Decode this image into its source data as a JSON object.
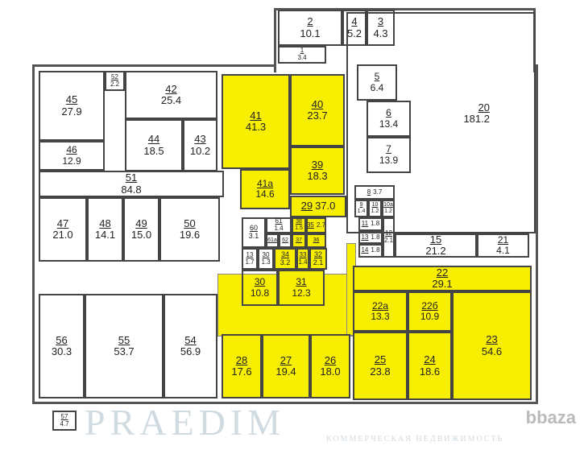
{
  "colors": {
    "highlight": "#f8ee00",
    "wall": "#444444"
  },
  "watermark": {
    "logo": "PRAEDIM",
    "tagline": "КОММЕРЧЕСКАЯ НЕДВИЖИМОСТЬ",
    "site": "bbaza"
  },
  "rooms": [
    {
      "id": "2",
      "area": "10.1",
      "highlighted": false
    },
    {
      "id": "4",
      "area": "5.2",
      "highlighted": false
    },
    {
      "id": "3",
      "area": "4.3",
      "highlighted": false
    },
    {
      "id": "1",
      "area": "3.4",
      "highlighted": false
    },
    {
      "id": "20",
      "area": "181.2",
      "highlighted": false
    },
    {
      "id": "5",
      "area": "6.4",
      "highlighted": false
    },
    {
      "id": "6",
      "area": "13.4",
      "highlighted": false
    },
    {
      "id": "7",
      "area": "13.9",
      "highlighted": false
    },
    {
      "id": "45",
      "area": "27.9",
      "highlighted": false
    },
    {
      "id": "46",
      "area": "12.9",
      "highlighted": false
    },
    {
      "id": "52",
      "area": "2.2",
      "highlighted": false
    },
    {
      "id": "42",
      "area": "25.4",
      "highlighted": false
    },
    {
      "id": "44",
      "area": "18.5",
      "highlighted": false
    },
    {
      "id": "43",
      "area": "10.2",
      "highlighted": false
    },
    {
      "id": "51",
      "area": "84.8",
      "highlighted": false
    },
    {
      "id": "47",
      "area": "21.0",
      "highlighted": false
    },
    {
      "id": "48",
      "area": "14.1",
      "highlighted": false
    },
    {
      "id": "49",
      "area": "15.0",
      "highlighted": false
    },
    {
      "id": "50",
      "area": "19.6",
      "highlighted": false
    },
    {
      "id": "41",
      "area": "41.3",
      "highlighted": true
    },
    {
      "id": "40",
      "area": "23.7",
      "highlighted": true
    },
    {
      "id": "39",
      "area": "18.3",
      "highlighted": true
    },
    {
      "id": "41a",
      "area": "14.6",
      "highlighted": true
    },
    {
      "id": "29",
      "area": "37.0",
      "highlighted": true
    },
    {
      "id": "60",
      "area": "3.1",
      "highlighted": false
    },
    {
      "id": "61",
      "area": "1.4",
      "highlighted": false
    },
    {
      "id": "38",
      "area": "1.5",
      "highlighted": true
    },
    {
      "id": "35",
      "area": "2.7",
      "highlighted": true
    },
    {
      "id": "61a",
      "area": "",
      "highlighted": false
    },
    {
      "id": "62",
      "area": "",
      "highlighted": false
    },
    {
      "id": "37",
      "area": "",
      "highlighted": true
    },
    {
      "id": "36",
      "area": "",
      "highlighted": true
    },
    {
      "id": "13",
      "area": "1.7",
      "highlighted": false
    },
    {
      "id": "30",
      "area": "1.3",
      "highlighted": false
    },
    {
      "id": "34",
      "area": "3.2",
      "highlighted": true
    },
    {
      "id": "33",
      "area": "1.4",
      "highlighted": true
    },
    {
      "id": "32",
      "area": "2.1",
      "highlighted": true
    },
    {
      "id": "30",
      "area": "10.8",
      "highlighted": false
    },
    {
      "id": "31",
      "area": "12.3",
      "highlighted": true
    },
    {
      "id": "8",
      "area": "3.7",
      "highlighted": false
    },
    {
      "id": "9",
      "area": "1.4",
      "highlighted": false
    },
    {
      "id": "10",
      "area": "1.2",
      "highlighted": false
    },
    {
      "id": "10a",
      "area": "1.2",
      "highlighted": false
    },
    {
      "id": "11",
      "area": "1.8",
      "highlighted": false
    },
    {
      "id": "12",
      "area": "2.1",
      "highlighted": false
    },
    {
      "id": "13",
      "area": "1.8",
      "highlighted": false
    },
    {
      "id": "14",
      "area": "1.8",
      "highlighted": false
    },
    {
      "id": "15",
      "area": "21.2",
      "highlighted": false
    },
    {
      "id": "21",
      "area": "4.1",
      "highlighted": false
    },
    {
      "id": "22",
      "area": "29.1",
      "highlighted": true
    },
    {
      "id": "22a",
      "area": "13.3",
      "highlighted": true
    },
    {
      "id": "22б",
      "area": "10.9",
      "highlighted": true
    },
    {
      "id": "23",
      "area": "54.6",
      "highlighted": true
    },
    {
      "id": "24",
      "area": "18.6",
      "highlighted": true
    },
    {
      "id": "25",
      "area": "23.8",
      "highlighted": true
    },
    {
      "id": "26",
      "area": "18.0",
      "highlighted": true
    },
    {
      "id": "27",
      "area": "19.4",
      "highlighted": true
    },
    {
      "id": "28",
      "area": "17.6",
      "highlighted": true
    },
    {
      "id": "54",
      "area": "56.9",
      "highlighted": false
    },
    {
      "id": "55",
      "area": "53.7",
      "highlighted": false
    },
    {
      "id": "56",
      "area": "30.3",
      "highlighted": false
    },
    {
      "id": "57",
      "area": "4.7",
      "highlighted": false
    }
  ]
}
